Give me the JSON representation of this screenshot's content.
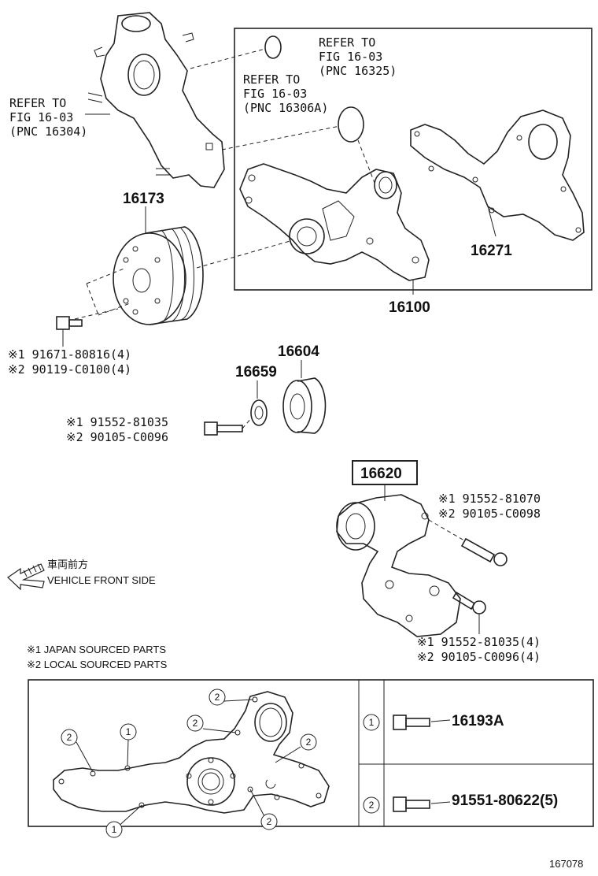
{
  "refer_left": {
    "line1": "REFER TO",
    "line2": "FIG 16-03",
    "line3": "(PNC 16304)"
  },
  "refer_mid": {
    "line1": "REFER TO",
    "line2": "FIG 16-03",
    "line3": "(PNC 16306A)"
  },
  "refer_top": {
    "line1": "REFER TO",
    "line2": "FIG 16-03",
    "line3": "(PNC 16325)"
  },
  "pnc": {
    "pulley": "16173",
    "gasket": "16271",
    "water_pump": "16100",
    "idler": "16604",
    "plate": "16659",
    "tensioner": "16620"
  },
  "bolts": {
    "pulley_bolt_1": "※1 91671-80816(4)",
    "pulley_bolt_2": "※2 90119-C0100(4)",
    "idler_bolt_1": "※1 91552-81035",
    "idler_bolt_2": "※2 90105-C0096",
    "tens_bolt_a1": "※1 91552-81070",
    "tens_bolt_a2": "※2 90105-C0098",
    "tens_bolt_b1": "※1 91552-81035(4)",
    "tens_bolt_b2": "※2 90105-C0096(4)"
  },
  "front": {
    "jp": "車両前方",
    "en": "VEHICLE FRONT SIDE"
  },
  "notes": {
    "note1": "※1 JAPAN SOURCED PARTS",
    "note2": "※2 LOCAL SOURCED PARTS"
  },
  "legend": {
    "mark1": "1",
    "part1": "16193A",
    "mark2": "2",
    "part2": "91551-80622(5)"
  },
  "diagram_marks": [
    "2",
    "1",
    "2",
    "2",
    "2",
    "1",
    "2"
  ],
  "figure_id": "167078"
}
